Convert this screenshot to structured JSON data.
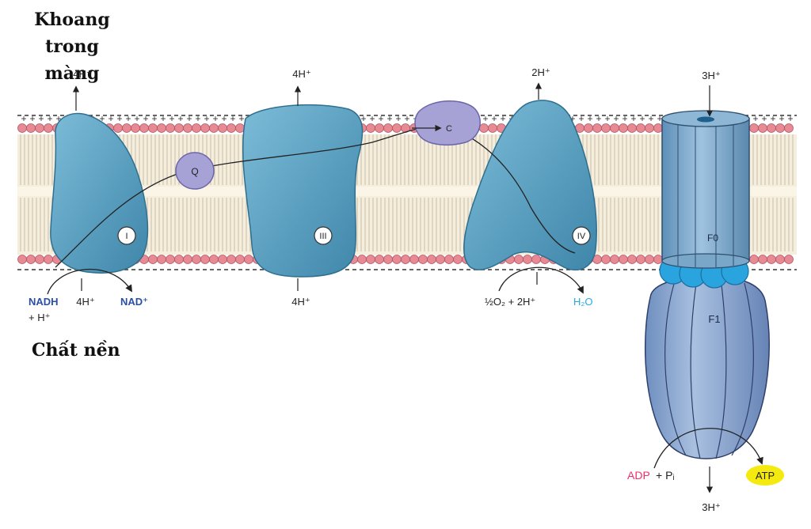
{
  "labels": {
    "intermembrane_line1": "Khoang trong",
    "intermembrane_line2": "màng",
    "matrix": "Chất nền"
  },
  "complexes": {
    "c1": "I",
    "c3": "III",
    "c4": "IV",
    "q": "Q",
    "c": "C",
    "f0": "F0",
    "f1": "F1"
  },
  "protons": {
    "c1_out": "4H⁺",
    "c1_in": "4H⁺",
    "c3_out": "4H⁺",
    "c3_in": "4H⁺",
    "c4_out": "2H⁺",
    "synthase_in": "3H⁺",
    "synthase_out": "3H⁺"
  },
  "reactions": {
    "nadh": "NADH",
    "nadh_h": "+ H⁺",
    "nad": "NAD⁺",
    "oxygen": "½O₂ + 2H⁺",
    "water": "H₂O",
    "adp": "ADP",
    "pi": "+ Pᵢ",
    "atp": "ATP"
  },
  "colors": {
    "protein": "#5fa3c4",
    "protein_dark": "#2f6f8f",
    "carrier": "#a7a2d6",
    "head_lipid": "#e88a94",
    "nadh": "#2a4fa8",
    "water": "#29a8e0",
    "adp": "#e8306a",
    "atp_fill": "#f5ea10"
  }
}
